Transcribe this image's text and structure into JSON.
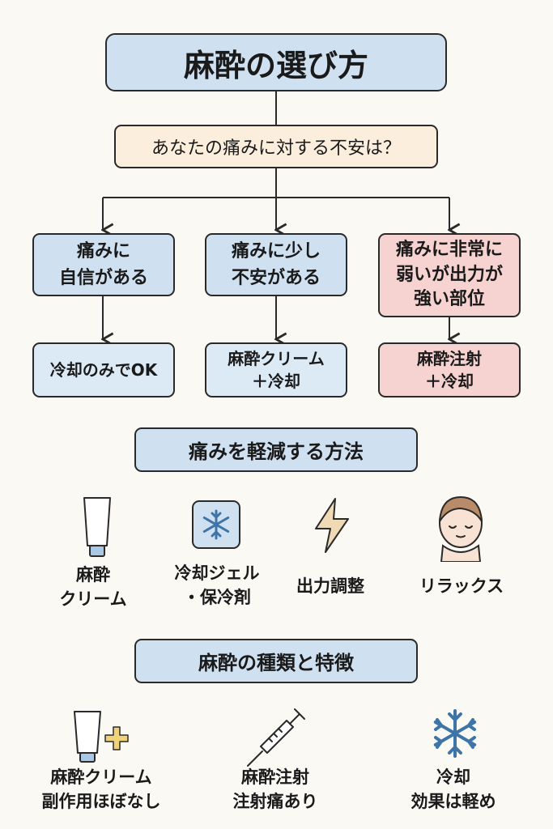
{
  "title": "麻酔の選び方",
  "question": "あなたの痛みに対する不安は？",
  "choices": [
    {
      "label": "痛みに\n自信がある",
      "result": "冷却のみでOK"
    },
    {
      "label": "痛みに少し\n不安がある",
      "result": "麻酔クリーム\n＋冷却"
    },
    {
      "label": "痛みに非常に\n弱いが出力が\n強い部位",
      "result": "麻酔注射\n＋冷却"
    }
  ],
  "section1": {
    "title": "痛みを軽減する方法",
    "items": [
      {
        "label": "麻酔\nクリーム",
        "icon": "cream-tube-icon"
      },
      {
        "label": "冷却ジェル\n・保冷剤",
        "icon": "snowflake-icon"
      },
      {
        "label": "出力調整",
        "icon": "lightning-icon"
      },
      {
        "label": "リラックス",
        "icon": "relaxed-face-icon"
      }
    ]
  },
  "section2": {
    "title": "麻酔の種類と特徴",
    "items": [
      {
        "label": "麻酔クリーム\n副作用ほぼなし",
        "icon": "cream-tube-plus-icon"
      },
      {
        "label": "麻酔注射\n注射痛あり",
        "icon": "syringe-icon"
      },
      {
        "label": "冷却\n効果は軽め",
        "icon": "snowflake-icon"
      }
    ]
  },
  "colors": {
    "blue": "#cfe1f1",
    "cream": "#fbeedd",
    "pink": "#f6d3d1",
    "icon_blue": "#3e74a8",
    "bolt": "#f0d9b5"
  }
}
